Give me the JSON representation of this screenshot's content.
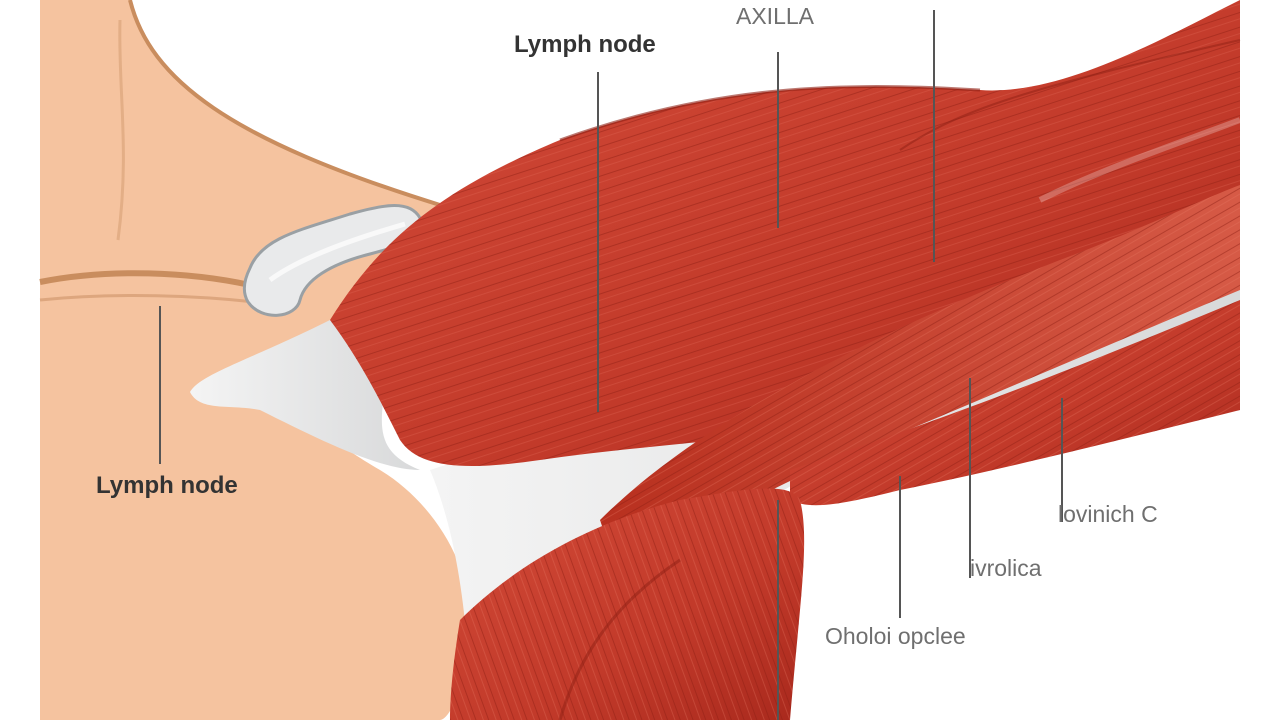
{
  "diagram": {
    "labels": {
      "lymph_node_top": "Lymph node",
      "lymph_node_left": "Lymph node",
      "axilla": "AXILLA",
      "right_1": "lovinich C",
      "right_2": "ivrolica",
      "right_3": "Oholoi opclee"
    },
    "colors": {
      "skin": "#f5c39f",
      "skin_outline": "#c98d5e",
      "muscle": "#c63a2b",
      "muscle_dark": "#9e2419",
      "tendon": "#eceded",
      "leader_line": "#555555"
    }
  }
}
